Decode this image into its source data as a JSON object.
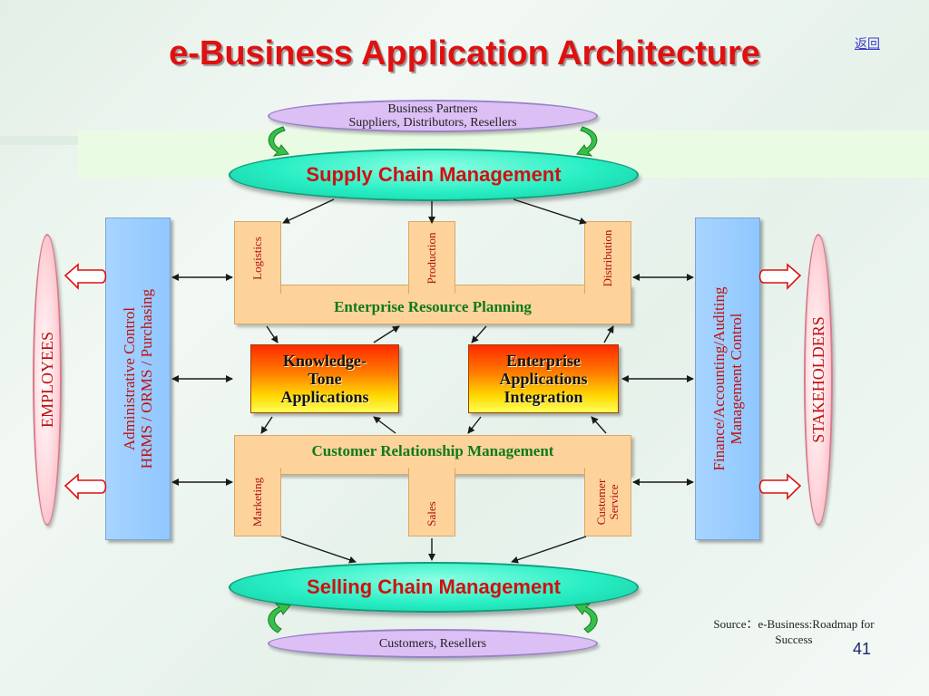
{
  "title": "e-Business Application Architecture",
  "back_link": "返回",
  "partners": {
    "line1": "Business Partners",
    "line2": "Suppliers, Distributors, Resellers"
  },
  "scm": "Supply Chain Management",
  "sellcm": "Selling Chain Management",
  "customers": "Customers, Resellers",
  "employees": "EMPLOYEES",
  "stakeholders": "STAKEHOLDERS",
  "admin": {
    "line1": "Administrative Control",
    "line2": "HRMS / ORMS / Purchasing"
  },
  "finance": {
    "line1": "Finance/Accounting/Auditing",
    "line2": "Management Control"
  },
  "erp": {
    "label": "Enterprise Resource Planning",
    "tabs": [
      "Logistics",
      "Production",
      "Distribution"
    ]
  },
  "crm": {
    "label": "Customer Relationship Management",
    "tabs": [
      "Marketing",
      "Sales",
      "Customer Service"
    ]
  },
  "knowledge": {
    "line1": "Knowledge-",
    "line2": "Tone",
    "line3": "Applications"
  },
  "eai": {
    "line1": "Enterprise",
    "line2": "Applications",
    "line3": "Integration"
  },
  "source": {
    "line1": "Source：e-Business:Roadmap for",
    "line2": "Success"
  },
  "page_number": "41",
  "colors": {
    "title": "#e01010",
    "cyan_ellipse": "#27eec4",
    "purple_ellipse": "#dcbff5",
    "pink_ellipse": "#ffd6dc",
    "blue_bar": "#8fc7ff",
    "orange_block": "#fdd39b",
    "erp_crm_text": "#0f7a1a"
  }
}
